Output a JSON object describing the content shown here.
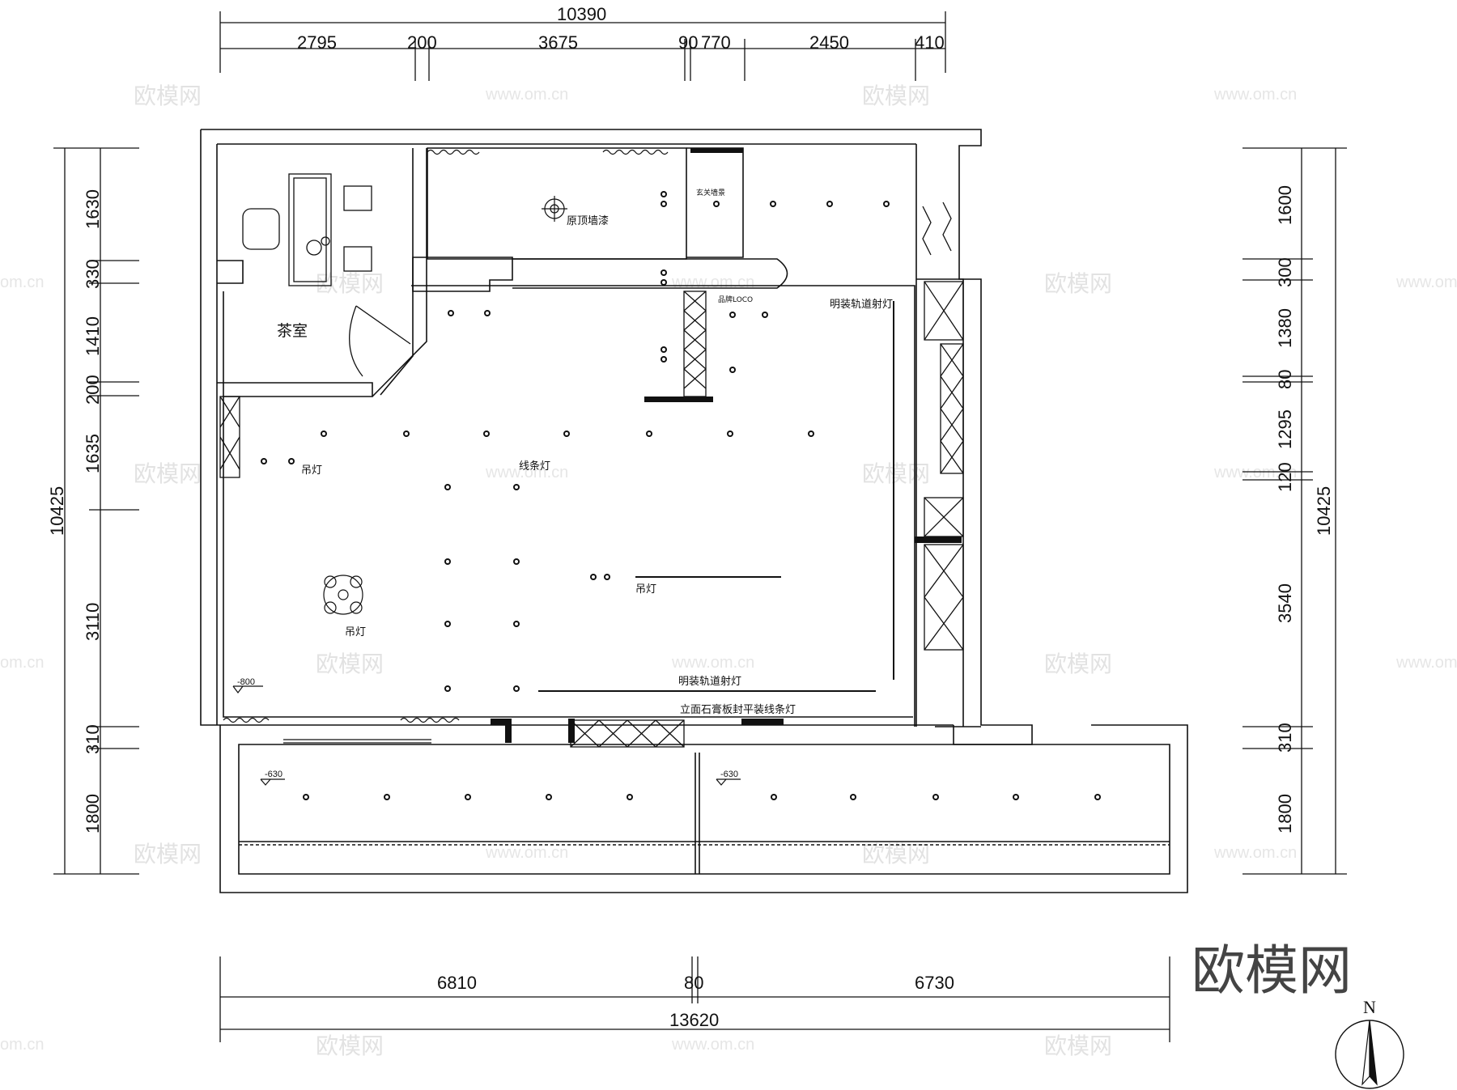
{
  "dimensions": {
    "top": {
      "total": "10390",
      "segments": [
        "2795",
        "200",
        "3675",
        "90",
        "770",
        "2450",
        "410"
      ]
    },
    "bottom": {
      "total": "13620",
      "segments": [
        "6810",
        "80",
        "6730"
      ]
    },
    "left": {
      "total": "10425",
      "segments": [
        "1630",
        "330",
        "1410",
        "200",
        "1635",
        "3110",
        "310",
        "1800"
      ]
    },
    "right": {
      "total": "10425",
      "segments": [
        "1600",
        "300",
        "1380",
        "80",
        "1295",
        "120",
        "3540",
        "310",
        "1800"
      ]
    }
  },
  "labels": {
    "tea_room": "茶室",
    "pendant_lamp_left": "吊灯",
    "pendant_lamp_table": "吊灯",
    "pendant_lamp_center": "吊灯",
    "line_lamp": "线条灯",
    "original_ceiling_paint": "原顶墙漆",
    "entrance_wall": "玄关墙景",
    "brand_logo": "品牌LOCO",
    "track_spotlight_top": "明装轨道射灯",
    "track_spotlight_bottom": "明装轨道射灯",
    "facade_gypsum_line_lamp": "立面石膏板封平装线条灯"
  },
  "elevations": {
    "main": "-800",
    "balcony_left": "-630",
    "balcony_right": "-630"
  },
  "watermark": {
    "brand": "欧模网",
    "url": "www.om.cn",
    "url_short": "om.cn"
  },
  "brand_logo_text": "欧模网",
  "north_label": "N"
}
